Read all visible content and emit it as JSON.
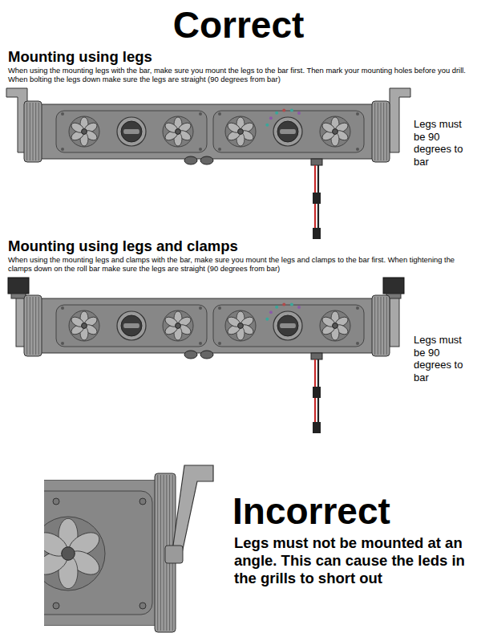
{
  "diagram": {
    "title": "Correct",
    "labels": [
      "Mounting using legs",
      "When using the mounting legs with the bar, make sure you mount the legs to the bar first. Then mark your mounting holes before you drill. When bolting the legs down make sure the legs are straight (90 degrees from bar)",
      "Legs must be 90 degrees to bar",
      "Mounting using legs and clamps",
      "When using the mounting legs and clamps with the bar, make sure you mount the legs and clamps to the bar first. When tightening the clamps down on the roll bar make sure the legs are straight (90 degrees from bar)",
      "Legs must be 90 degrees to bar",
      "Incorrect",
      "Legs must not be mounted at an angle. This can cause the leds in the grills to short out"
    ]
  }
}
